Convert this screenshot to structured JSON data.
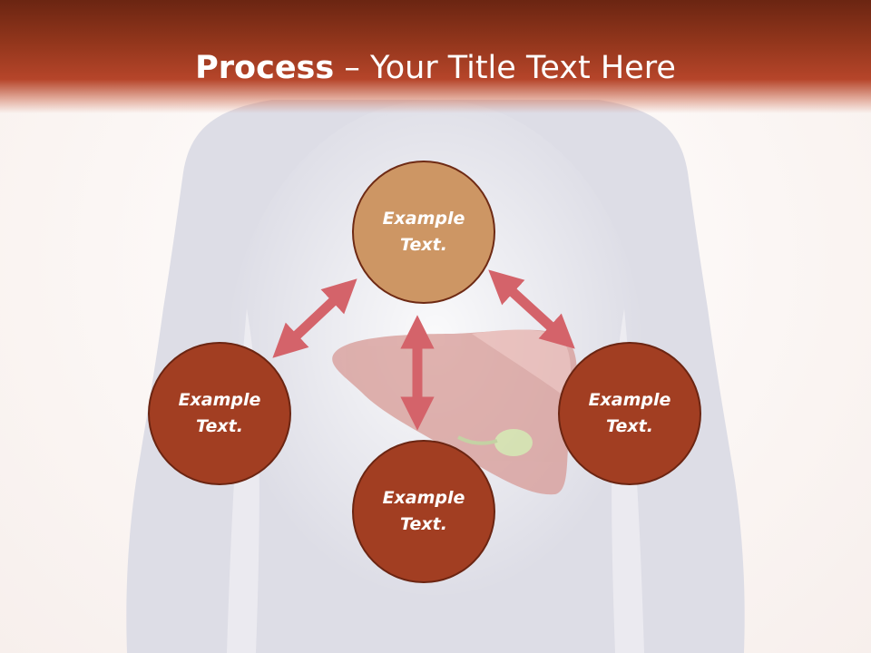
{
  "title": {
    "bold": "Process",
    "rest": " – Your Title Text Here"
  },
  "nodes": {
    "top": {
      "label": "Example Text.",
      "color": "#cd9664"
    },
    "left": {
      "label": "Example Text.",
      "color": "#a23e22"
    },
    "right": {
      "label": "Example Text.",
      "color": "#a23e22"
    },
    "bottom": {
      "label": "Example Text.",
      "color": "#a23e22"
    }
  },
  "colors": {
    "header": "#93361c",
    "arrow": "#d4636a",
    "body_silhouette": "#dddde6",
    "liver": "#d79a95",
    "gallbladder": "#cfdfa0"
  },
  "icons": [
    "double-arrow-icon",
    "liver-icon",
    "torso-silhouette-icon"
  ]
}
